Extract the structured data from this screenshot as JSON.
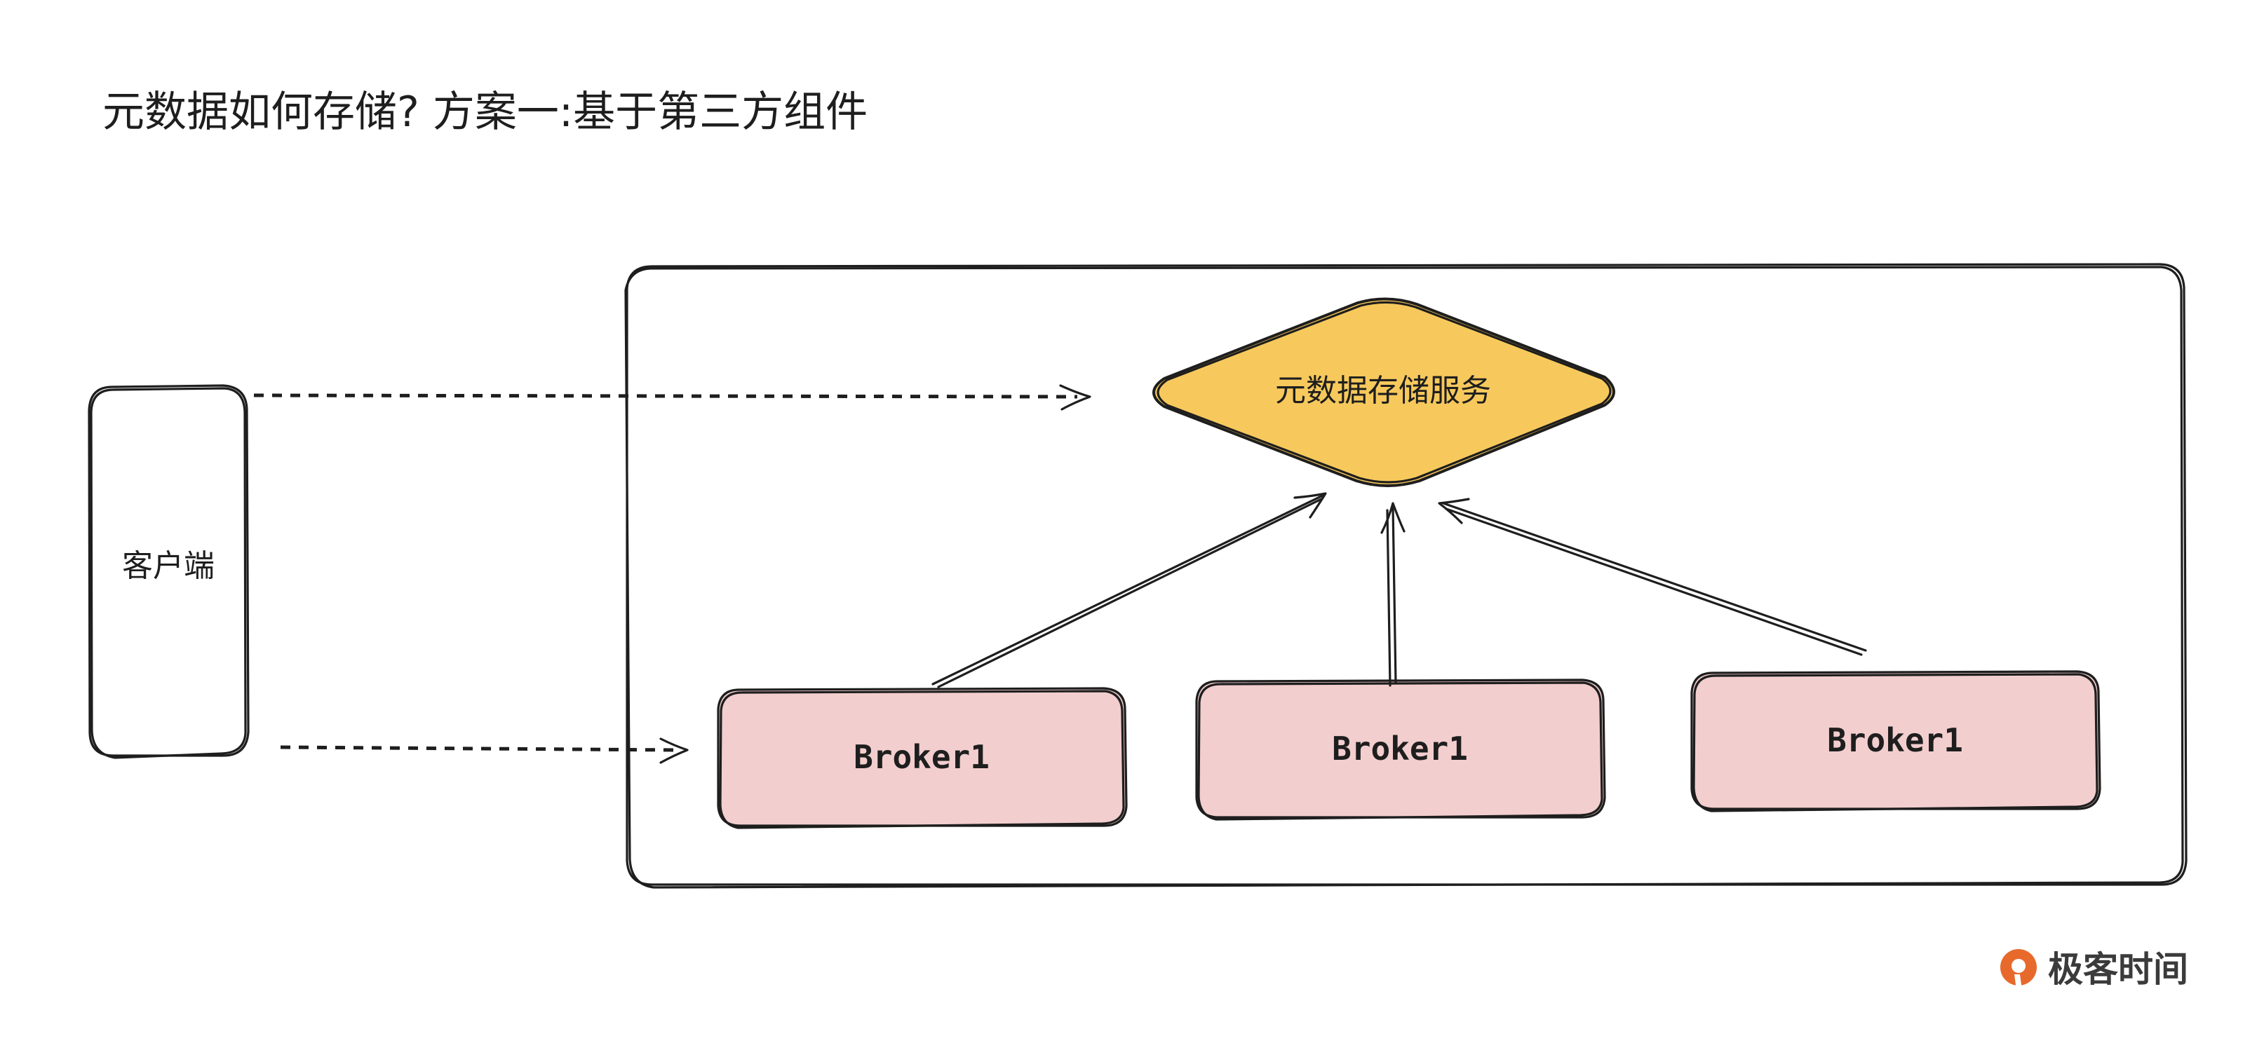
{
  "title": "元数据如何存储?   方案一:基于第三方组件",
  "client": {
    "label": "客户端"
  },
  "metadata_service": {
    "label": "元数据存储服务",
    "fill": "#f7c95c"
  },
  "brokers": [
    {
      "label": "Broker1"
    },
    {
      "label": "Broker1"
    },
    {
      "label": "Broker1"
    }
  ],
  "broker_fill": "#f3cece",
  "brand": {
    "name": "极客时间",
    "logo_color": "#e8692c"
  }
}
